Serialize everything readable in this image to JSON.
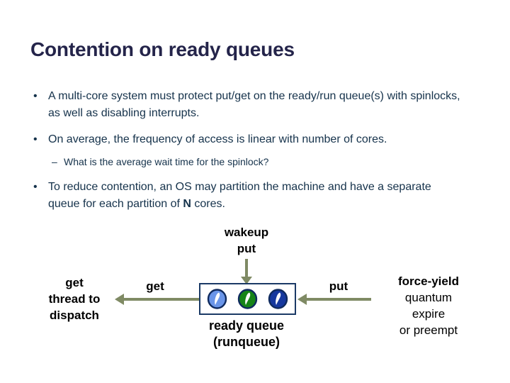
{
  "title": "Contention on ready queues",
  "bullets": {
    "marker_l1": "•",
    "marker_l2": "–",
    "b1": "A multi-core system must protect put/get on the ready/run queue(s) with spinlocks, as well as disabling interrupts.",
    "b2": "On average, the frequency of access is linear with number of cores.",
    "b2a": "What is the average wait time for the spinlock?",
    "b3_pre": "To reduce contention, an OS may partition the machine and have a separate queue for each partition of ",
    "b3_bold": "N",
    "b3_post": " cores."
  },
  "diagram": {
    "top_label": {
      "line1": "wakeup",
      "line2": "put"
    },
    "get_arrow_label": "get",
    "put_arrow_label": "put",
    "left_caption": {
      "line1": "get",
      "line2": "thread to",
      "line3": "dispatch"
    },
    "right_caption": {
      "line1": "force-yield",
      "line2": "quantum expire",
      "line3": "or preempt"
    },
    "queue_caption": {
      "line1": "ready queue",
      "line2": "(runqueue)"
    },
    "thread_icons": [
      {
        "name": "thread-icon-light-blue",
        "fill": "#6a95e8"
      },
      {
        "name": "thread-icon-green",
        "fill": "#168417"
      },
      {
        "name": "thread-icon-dark-blue",
        "fill": "#16389e"
      }
    ],
    "colors": {
      "arrow": "#7f8a64",
      "box_border": "#1b3a66",
      "icon_ring": "#0f2a5e",
      "icon_glyph": "#ffffff"
    }
  },
  "colors": {
    "background": "#ffffff",
    "title_text": "#24244a",
    "body_text": "#15324b",
    "diagram_text": "#000000"
  }
}
